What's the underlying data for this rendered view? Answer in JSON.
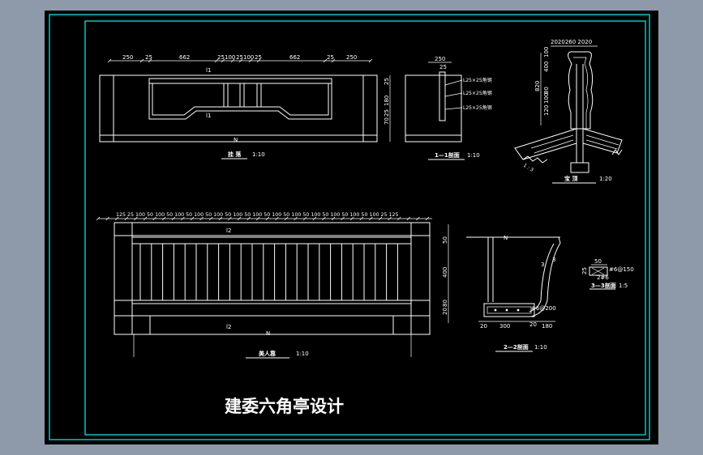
{
  "drawing_title": "建委六角亭设计",
  "colors": {
    "border": "#00e5e5",
    "line": "#ffffff",
    "background": "#000000",
    "window": "#8e9aa9"
  },
  "elevation": {
    "dims_top": [
      "250",
      "25",
      "662",
      "25",
      "100",
      "25",
      "100",
      "25",
      "662",
      "25",
      "250"
    ],
    "dims_right": [
      "25",
      "180",
      "25",
      "70"
    ],
    "labels": [
      "l1",
      "l1",
      "N"
    ],
    "caption": "挂 落",
    "scale": "1:10"
  },
  "section_1": {
    "dims_top": [
      "250",
      "25"
    ],
    "annotations": [
      "L25×25角钢",
      "L25×25角钢",
      "L25×25角钢"
    ],
    "caption": "1—1剖面",
    "scale": "1:10"
  },
  "roof": {
    "dims_top": "2020260 2020",
    "dims_left": [
      "820",
      "400",
      "100",
      "120",
      "100",
      "80"
    ],
    "slope_note": "1 : 3",
    "caption": "宝 顶",
    "scale": "1:20"
  },
  "bench": {
    "dims_top": "125 25 100 50 100 50 100 50 100 50 100 50 100 50 100 50 100 50 100 50 100 50 100 50 100 50 100 25 125",
    "dims_right": [
      "50",
      "400",
      "80",
      "20"
    ],
    "labels": [
      "l2",
      "l2",
      "N"
    ],
    "caption": "美人靠",
    "scale": "1:10"
  },
  "section_2": {
    "labels": [
      "N",
      "3",
      "3"
    ],
    "rebar_note": "#6@200",
    "dims_bottom": [
      "20",
      "300",
      "20",
      "180"
    ],
    "caption": "2—2剖面",
    "scale": "1:10"
  },
  "section_3": {
    "dims": [
      "50",
      "25",
      "#6@150",
      "2#6"
    ],
    "caption": "3—3剖面",
    "scale": "1:5"
  }
}
